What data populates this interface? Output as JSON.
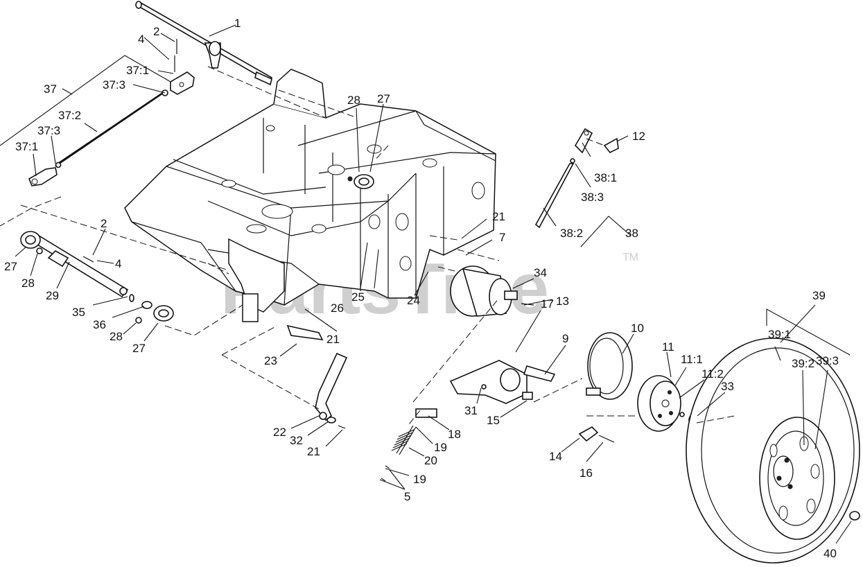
{
  "watermark": {
    "text": "PartsTree",
    "tm": "TM"
  },
  "callouts": [
    {
      "id": "c1",
      "text": "1"
    },
    {
      "id": "c2a",
      "text": "2"
    },
    {
      "id": "c4a",
      "text": "4"
    },
    {
      "id": "c371a",
      "text": "37:1"
    },
    {
      "id": "c37",
      "text": "37"
    },
    {
      "id": "c373a",
      "text": "37:3"
    },
    {
      "id": "c372",
      "text": "37:2"
    },
    {
      "id": "c373b",
      "text": "37:3"
    },
    {
      "id": "c371b",
      "text": "37:1"
    },
    {
      "id": "c28a",
      "text": "28"
    },
    {
      "id": "c27a",
      "text": "27"
    },
    {
      "id": "c12",
      "text": "12"
    },
    {
      "id": "c381",
      "text": "38:1"
    },
    {
      "id": "c383",
      "text": "38:3"
    },
    {
      "id": "c21a",
      "text": "21"
    },
    {
      "id": "c382",
      "text": "38:2"
    },
    {
      "id": "c38",
      "text": "38"
    },
    {
      "id": "c7",
      "text": "7"
    },
    {
      "id": "c2b",
      "text": "2"
    },
    {
      "id": "c27b",
      "text": "27"
    },
    {
      "id": "c28b",
      "text": "28"
    },
    {
      "id": "c4b",
      "text": "4"
    },
    {
      "id": "c29",
      "text": "29"
    },
    {
      "id": "c34",
      "text": "34"
    },
    {
      "id": "c13",
      "text": "13"
    },
    {
      "id": "c35",
      "text": "35"
    },
    {
      "id": "c26",
      "text": "26"
    },
    {
      "id": "c25",
      "text": "25"
    },
    {
      "id": "c24",
      "text": "24"
    },
    {
      "id": "c36",
      "text": "36"
    },
    {
      "id": "c28c",
      "text": "28"
    },
    {
      "id": "c27c",
      "text": "27"
    },
    {
      "id": "c21b",
      "text": "21"
    },
    {
      "id": "c17",
      "text": "17"
    },
    {
      "id": "c9",
      "text": "9"
    },
    {
      "id": "c10",
      "text": "10"
    },
    {
      "id": "c39",
      "text": "39"
    },
    {
      "id": "c391",
      "text": "39:1"
    },
    {
      "id": "c392",
      "text": "39:2"
    },
    {
      "id": "c393",
      "text": "39:3"
    },
    {
      "id": "c11",
      "text": "11"
    },
    {
      "id": "c111",
      "text": "11:1"
    },
    {
      "id": "c112",
      "text": "11:2"
    },
    {
      "id": "c23",
      "text": "23"
    },
    {
      "id": "c33",
      "text": "33"
    },
    {
      "id": "c31",
      "text": "31"
    },
    {
      "id": "c15",
      "text": "15"
    },
    {
      "id": "c18",
      "text": "18"
    },
    {
      "id": "c22",
      "text": "22"
    },
    {
      "id": "c19a",
      "text": "19"
    },
    {
      "id": "c32",
      "text": "32"
    },
    {
      "id": "c21c",
      "text": "21"
    },
    {
      "id": "c20",
      "text": "20"
    },
    {
      "id": "c14",
      "text": "14"
    },
    {
      "id": "c16",
      "text": "16"
    },
    {
      "id": "c19b",
      "text": "19"
    },
    {
      "id": "c5",
      "text": "5"
    },
    {
      "id": "c40",
      "text": "40"
    }
  ]
}
